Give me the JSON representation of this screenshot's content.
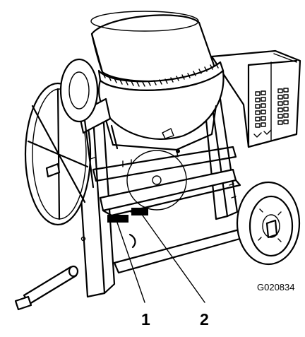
{
  "figure_id": "G020834",
  "callouts": [
    {
      "number": "1"
    },
    {
      "number": "2"
    }
  ],
  "decal_fill": "#000000",
  "line_color": "#000000",
  "background": "#ffffff"
}
